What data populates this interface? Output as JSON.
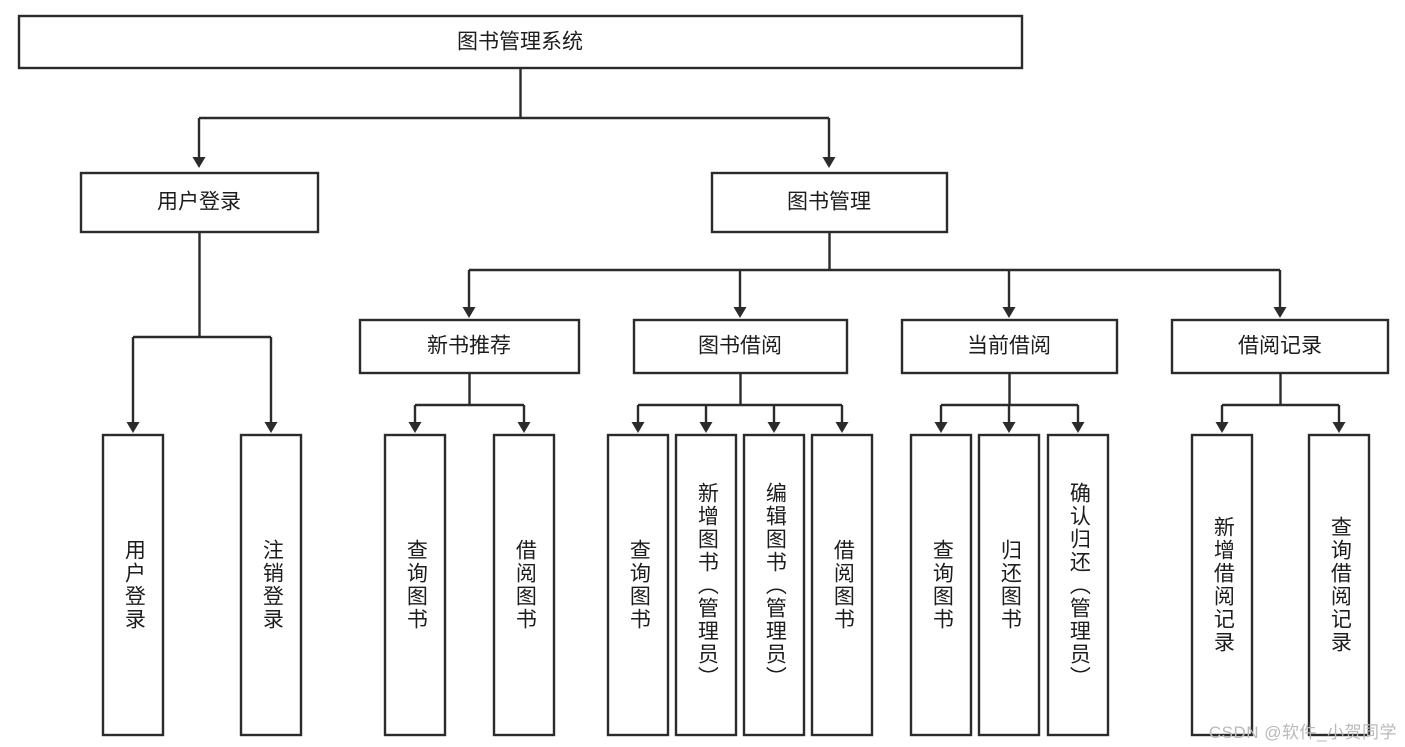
{
  "diagram": {
    "title": "图书管理系统",
    "type": "tree-hierarchy",
    "watermark": "CSDN @软件_小贺同学",
    "colors": {
      "background": "#ffffff",
      "box_stroke": "#2b2b2b",
      "box_fill": "#ffffff",
      "text": "#1d1d1d",
      "watermark": "#b9b9b9"
    },
    "root": {
      "label": "图书管理系统"
    },
    "level2": [
      {
        "id": "user-login",
        "label": "用户登录"
      },
      {
        "id": "book-manage",
        "label": "图书管理"
      }
    ],
    "level3": [
      {
        "id": "new-book-recommend",
        "label": "新书推荐"
      },
      {
        "id": "book-borrow",
        "label": "图书借阅"
      },
      {
        "id": "current-borrow",
        "label": "当前借阅"
      },
      {
        "id": "borrow-record",
        "label": "借阅记录"
      }
    ],
    "leaves": {
      "user_login": [
        {
          "id": "leaf-user-login",
          "label": "用户登录"
        },
        {
          "id": "leaf-logout",
          "label": "注销登录"
        }
      ],
      "new_book_recommend": [
        {
          "id": "leaf-query-book-1",
          "label": "查询图书"
        },
        {
          "id": "leaf-borrow-book-1",
          "label": "借阅图书"
        }
      ],
      "book_borrow": [
        {
          "id": "leaf-query-book-2",
          "label": "查询图书"
        },
        {
          "id": "leaf-add-book",
          "label": "新增图书（管理员）"
        },
        {
          "id": "leaf-edit-book",
          "label": "编辑图书（管理员）"
        },
        {
          "id": "leaf-borrow-book-2",
          "label": "借阅图书"
        }
      ],
      "current_borrow": [
        {
          "id": "leaf-query-book-3",
          "label": "查询图书"
        },
        {
          "id": "leaf-return-book",
          "label": "归还图书"
        },
        {
          "id": "leaf-confirm-return",
          "label": "确认归还（管理员）"
        }
      ],
      "borrow_record": [
        {
          "id": "leaf-add-record",
          "label": "新增借阅记录"
        },
        {
          "id": "leaf-query-record",
          "label": "查询借阅记录"
        }
      ]
    }
  }
}
